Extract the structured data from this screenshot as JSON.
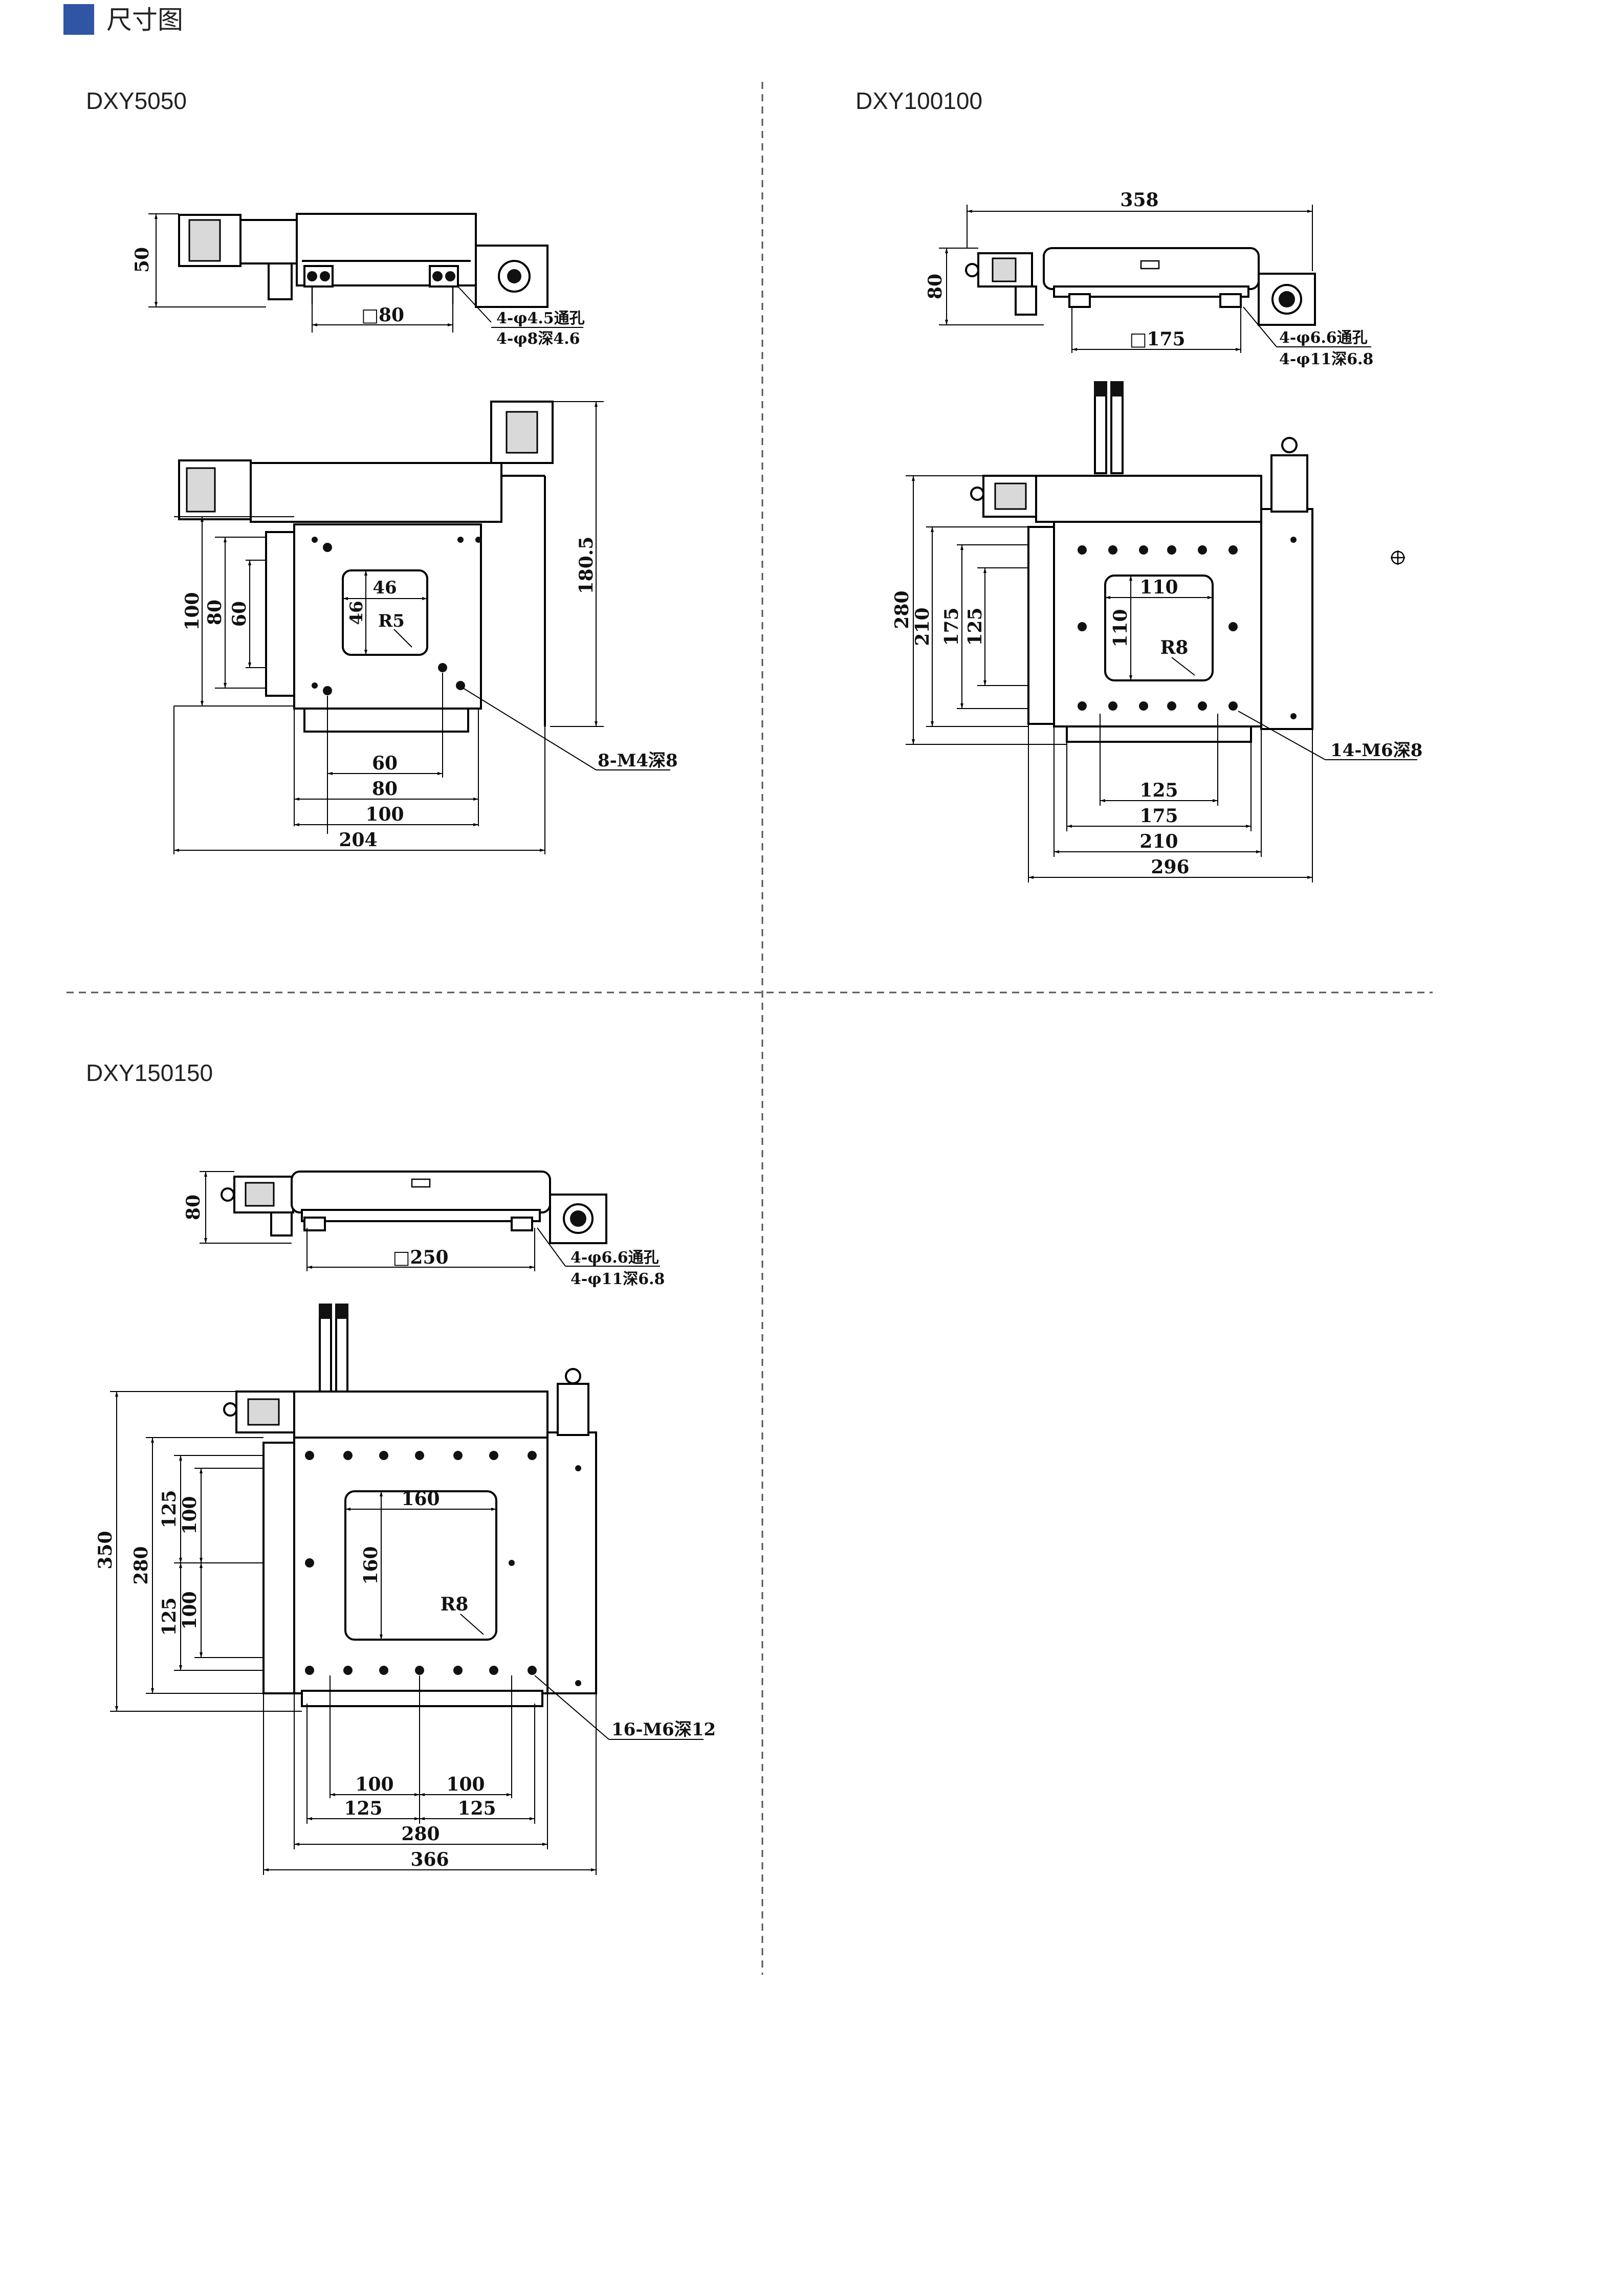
{
  "header": {
    "title": "尺寸图",
    "accent_color": "#2f55a4"
  },
  "panels": {
    "dxy5050": {
      "model": "DXY5050",
      "top_height": "50",
      "top_square": "□80",
      "top_hole_1": "4-φ4.5通孔",
      "top_hole_2": "4-φ8深4.6",
      "height_total": "180.5",
      "left_100": "100",
      "left_80": "80",
      "left_60": "60",
      "win_w": "46",
      "win_h": "46",
      "radius": "R5",
      "threads": "8-M4深8",
      "bottom_60": "60",
      "bottom_80": "80",
      "bottom_100": "100",
      "bottom_204": "204"
    },
    "dxy100100": {
      "model": "DXY100100",
      "top_width": "358",
      "top_height": "80",
      "top_square": "□175",
      "top_hole_1": "4-φ6.6通孔",
      "top_hole_2": "4-φ11深6.8",
      "left_280": "280",
      "left_210": "210",
      "left_175": "175",
      "left_125": "125",
      "win_w": "110",
      "win_h": "110",
      "radius": "R8",
      "threads": "14-M6深8",
      "bottom_125": "125",
      "bottom_175": "175",
      "bottom_210": "210",
      "bottom_296": "296"
    },
    "dxy150150": {
      "model": "DXY150150",
      "top_height": "80",
      "top_square": "□250",
      "top_hole_1": "4-φ6.6通孔",
      "top_hole_2": "4-φ11深6.8",
      "left_350": "350",
      "left_280": "280",
      "left_125a": "125",
      "left_100a": "100",
      "left_125b": "125",
      "left_100b": "100",
      "win_w": "160",
      "win_h": "160",
      "radius": "R8",
      "threads": "16-M6深12",
      "bottom_100a": "100",
      "bottom_100b": "100",
      "bottom_125a": "125",
      "bottom_125b": "125",
      "bottom_280": "280",
      "bottom_366": "366"
    }
  }
}
